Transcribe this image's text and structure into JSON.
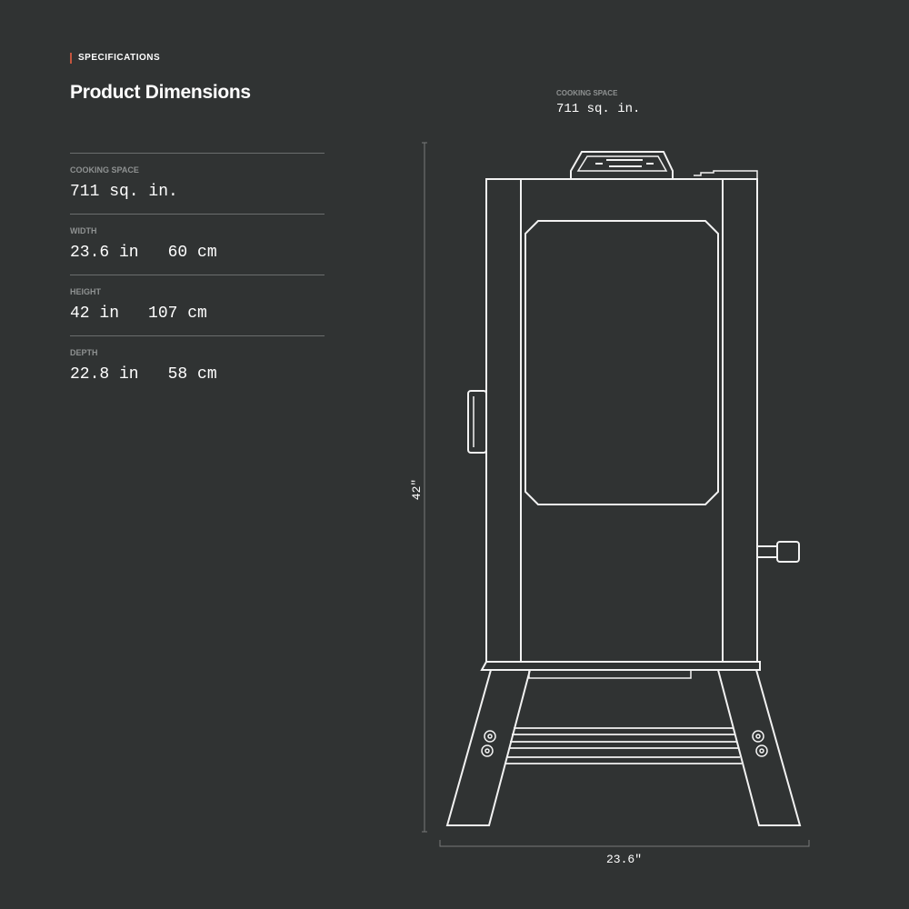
{
  "section_label": "SPECIFICATIONS",
  "title": "Product Dimensions",
  "specs": [
    {
      "label": "COOKING SPACE",
      "values": [
        "711 sq. in."
      ]
    },
    {
      "label": "WIDTH",
      "values": [
        "23.6 in",
        "60 cm"
      ]
    },
    {
      "label": "HEIGHT",
      "values": [
        "42 in",
        "107 cm"
      ]
    },
    {
      "label": "DEPTH",
      "values": [
        "22.8 in",
        "58 cm"
      ]
    }
  ],
  "diagram": {
    "cooking_space_label": "COOKING SPACE",
    "cooking_space_value": "711 sq. in.",
    "height_label": "42\"",
    "width_label": "23.6\""
  },
  "colors": {
    "background": "#303333",
    "accent": "#c4553e"
  }
}
